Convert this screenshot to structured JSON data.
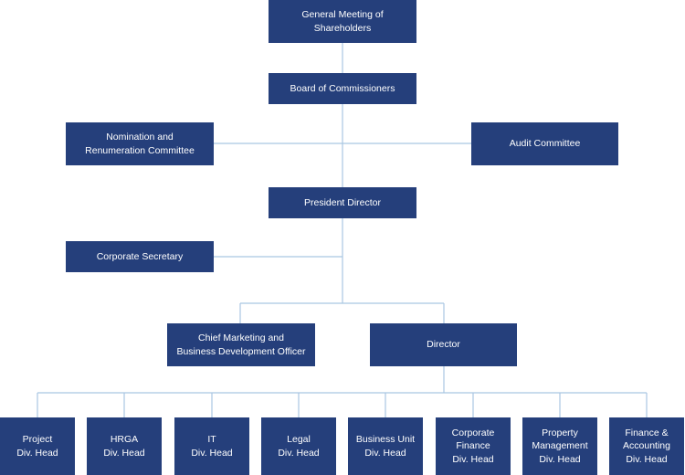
{
  "chart": {
    "general_meeting": "General Meeting of\nShareholders",
    "board_of_commissioners": "Board of Commissioners",
    "nomination_committee": "Nomination and\nRenumeration Committee",
    "audit_committee": "Audit Committee",
    "president_director": "President Director",
    "corporate_secretary": "Corporate Secretary",
    "cmbdo": "Chief Marketing and\nBusiness Development Officer",
    "director": "Director",
    "divisions": [
      "Project\nDiv. Head",
      "HRGA\nDiv. Head",
      "IT\nDiv. Head",
      "Legal\nDiv. Head",
      "Business Unit\nDiv. Head",
      "Corporate\nFinance\nDiv. Head",
      "Property\nManagement\nDiv. Head",
      "Finance &\nAccounting\nDiv. Head"
    ]
  },
  "colors": {
    "box_fill": "#253f7b",
    "box_text": "#ffffff",
    "connector": "#a9c6e2"
  }
}
